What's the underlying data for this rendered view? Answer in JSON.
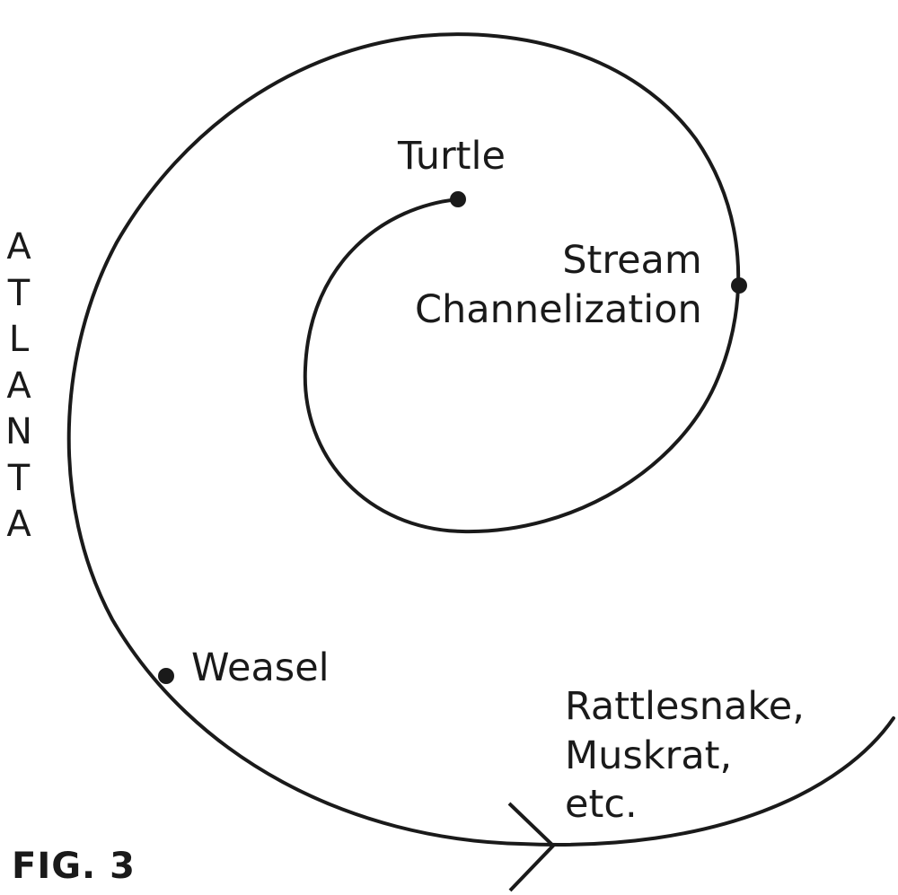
{
  "diagram": {
    "nodes": [
      {
        "id": "turtle",
        "lines": [
          "Turtle"
        ]
      },
      {
        "id": "stream",
        "lines": [
          "Stream",
          "Channelization"
        ]
      },
      {
        "id": "weasel",
        "lines": [
          "Weasel"
        ]
      },
      {
        "id": "rattlesnake",
        "lines": [
          "Rattlesnake,",
          "Muskrat,",
          "etc."
        ]
      }
    ],
    "side_label": "ATLANTA",
    "figure_label": "FIG. 3"
  }
}
